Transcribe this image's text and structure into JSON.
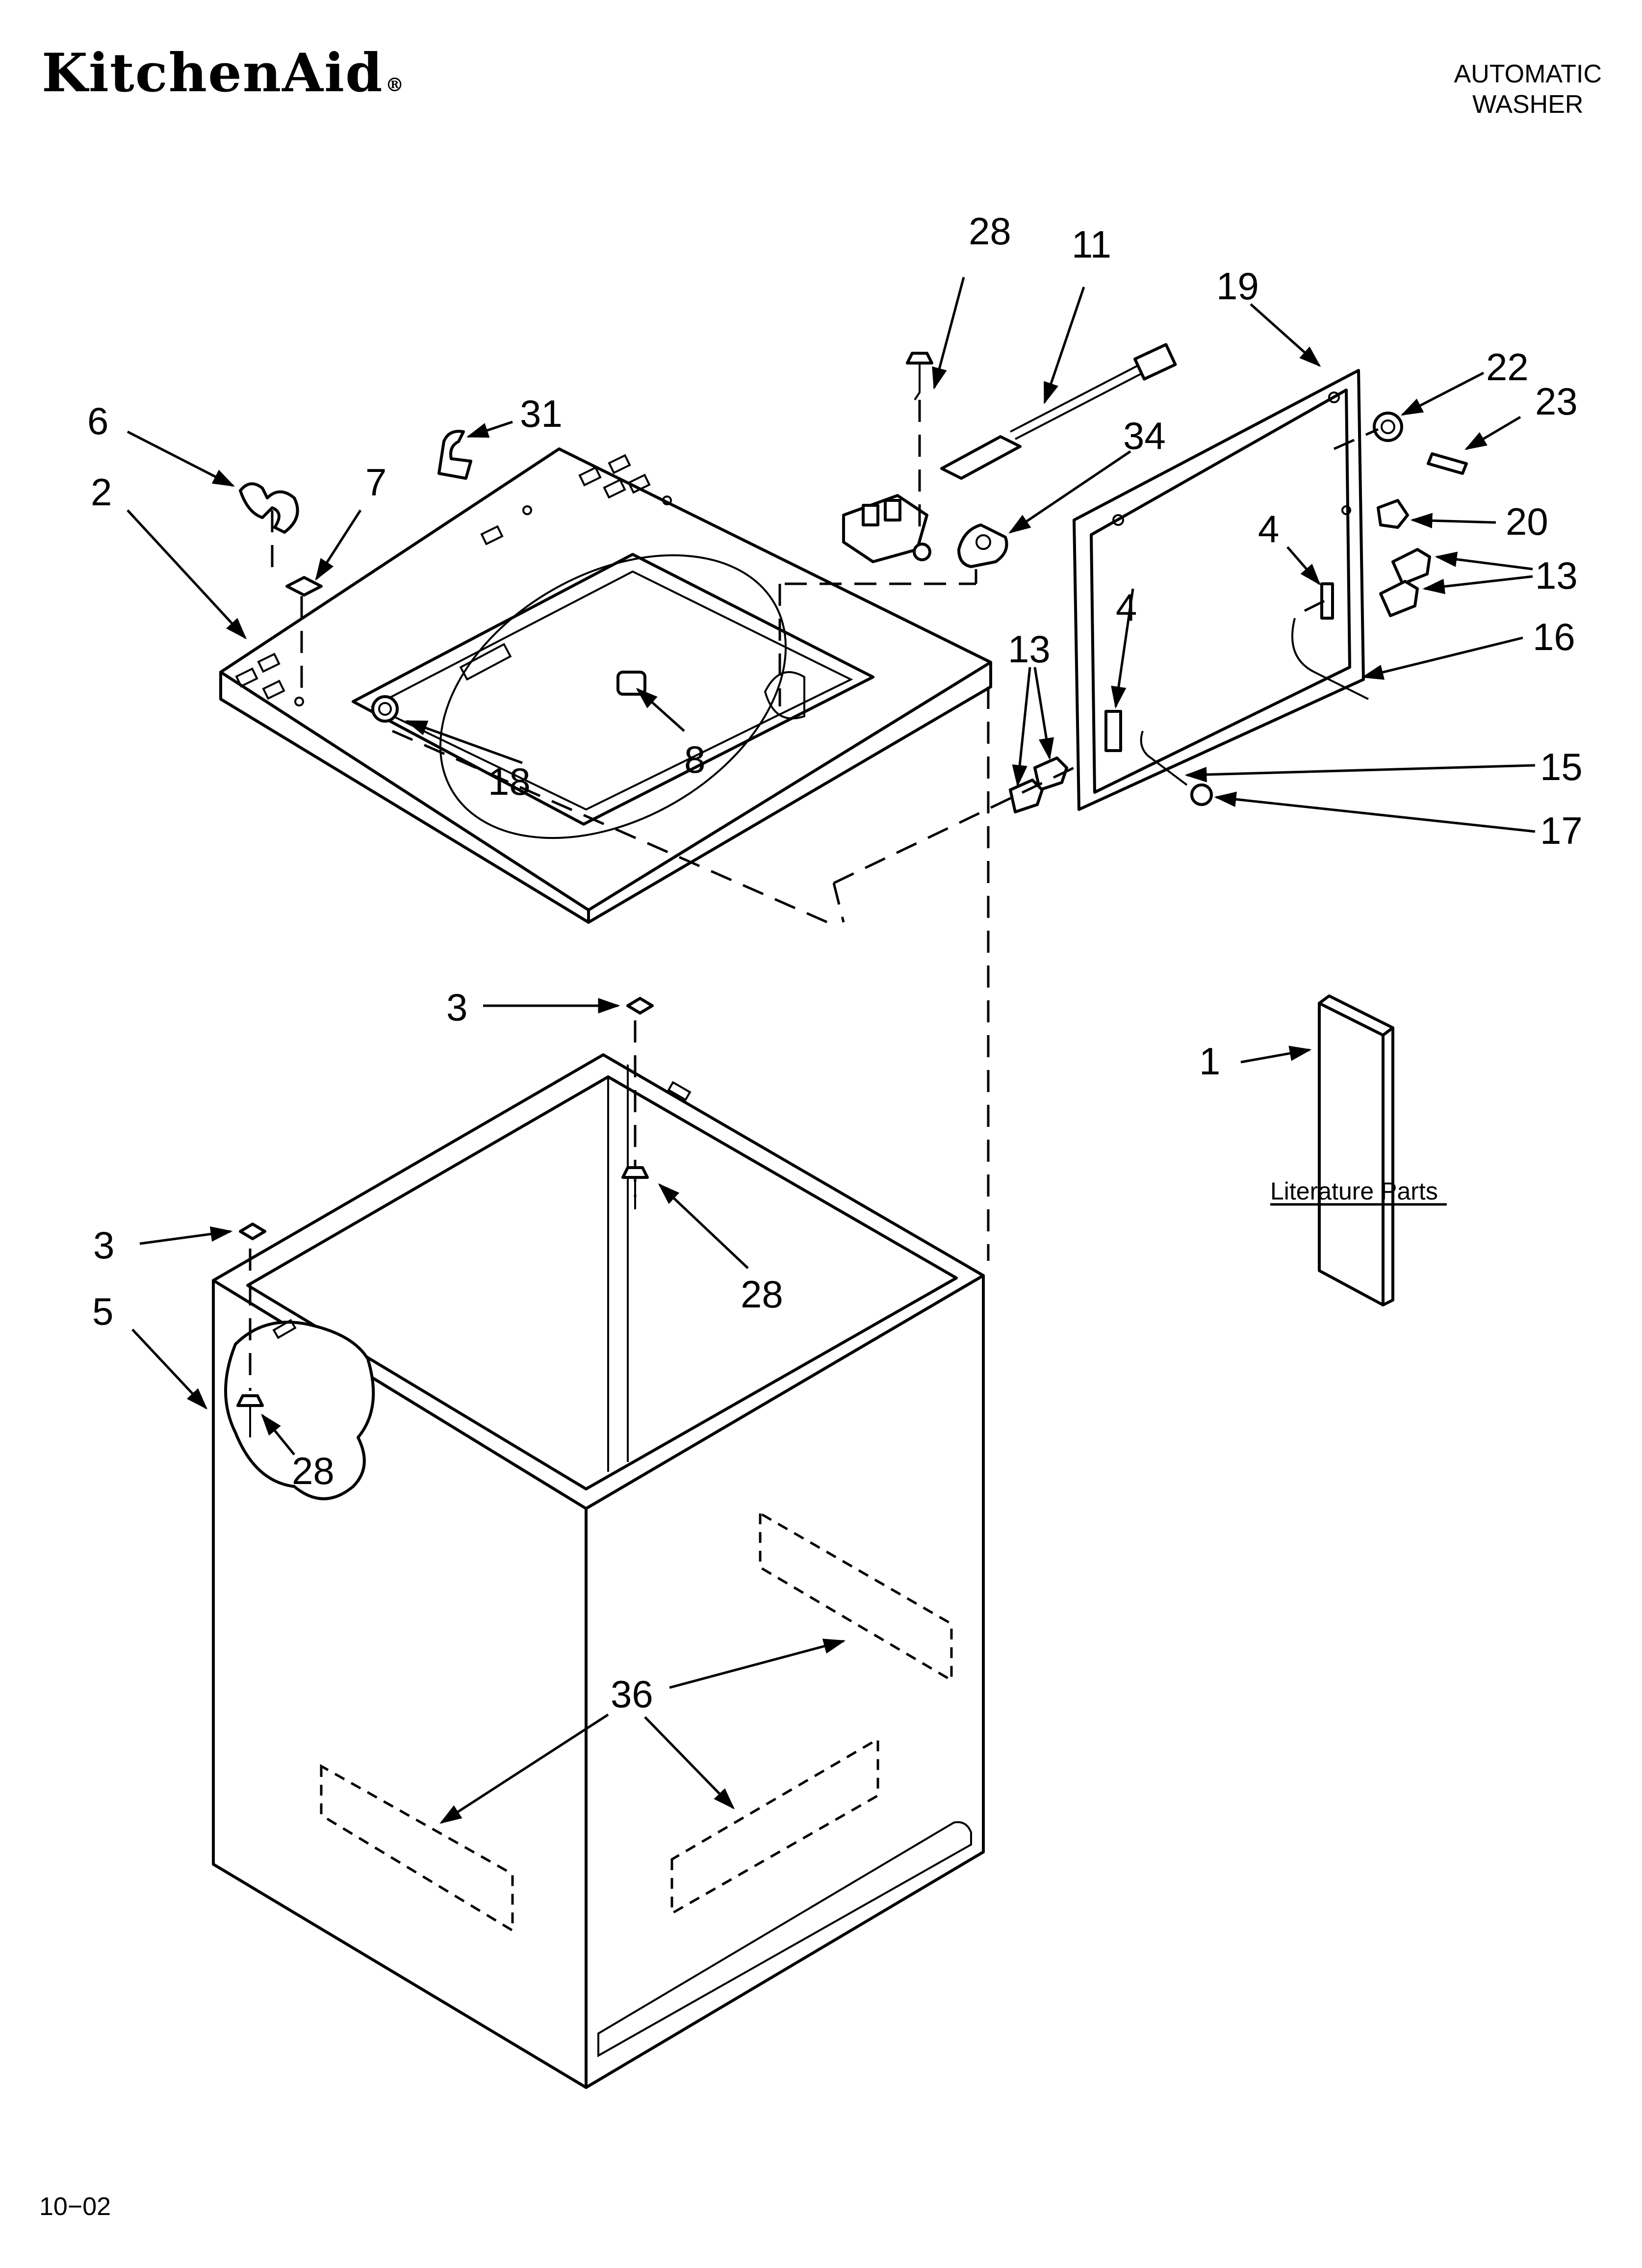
{
  "header": {
    "brand": "KitchenAid",
    "registered_mark": "®",
    "product_line1": "AUTOMATIC",
    "product_line2": "WASHER"
  },
  "footer": {
    "date_code": "10−02"
  },
  "literature": {
    "label": "Literature Parts"
  },
  "callouts": {
    "c28a": "28",
    "c11": "11",
    "c19": "19",
    "c22": "22",
    "c23": "23",
    "c6": "6",
    "c31": "31",
    "c34": "34",
    "c2": "2",
    "c7": "7",
    "c20": "20",
    "c4a": "4",
    "c13a": "13",
    "c16": "16",
    "c4b": "4",
    "c13b": "13",
    "c8": "8",
    "c18": "18",
    "c15": "15",
    "c17": "17",
    "c3a": "3",
    "c1": "1",
    "c28b": "28",
    "c3b": "3",
    "c5": "5",
    "c28c": "28",
    "c36": "36"
  }
}
